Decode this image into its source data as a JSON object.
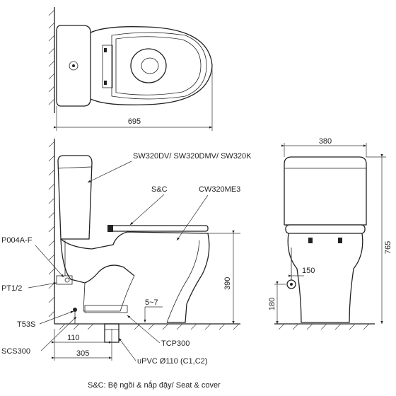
{
  "top_view": {
    "dim_length": "695"
  },
  "side_view": {
    "labels": {
      "seat_models": "SW320DV/ SW320DMV/ SW320K",
      "seat_cover": "S&C",
      "bowl_model": "CW320ME3",
      "valve": "P004A-F",
      "pt": "PT1/2",
      "t53s": "T53S",
      "scs300": "SCS300",
      "tcp300": "TCP300",
      "upvc": "uPVC Ø110 (C1,C2)",
      "gap": "5~7"
    },
    "dims": {
      "d_110": "110",
      "d_305": "305",
      "d_390": "390"
    }
  },
  "front_view": {
    "dims": {
      "d_380": "380",
      "d_765": "765",
      "d_150": "150",
      "d_180": "180"
    }
  },
  "footer": {
    "note": "S&C: Bệ ngồi & nắp đậy/ Seat & cover"
  }
}
